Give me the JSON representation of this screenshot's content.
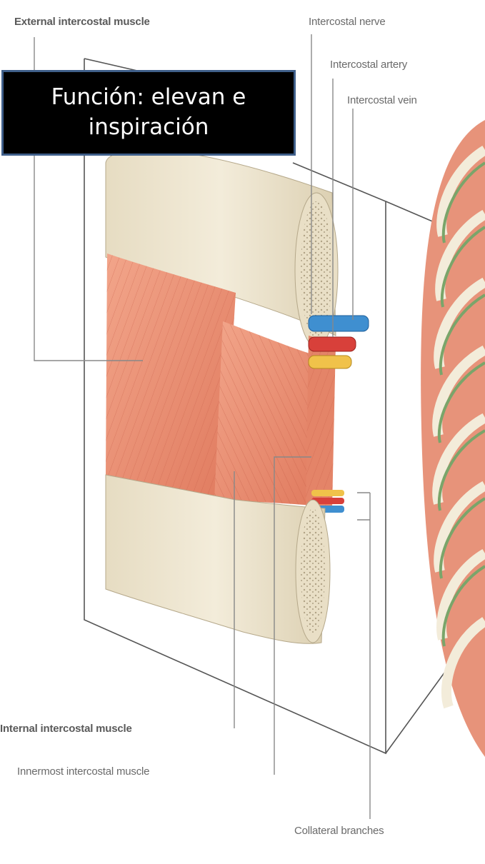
{
  "labels": {
    "external_intercostal_muscle": "External intercostal muscle",
    "intercostal_nerve": "Intercostal nerve",
    "intercostal_artery": "Intercostal artery",
    "intercostal_vein": "Intercostal vein",
    "internal_intercostal_muscle": "Internal intercostal muscle",
    "innermost_intercostal_muscle": "Innermost intercostal muscle",
    "collateral_branches": "Collateral branches"
  },
  "function_box": {
    "line1": "Función: elevan e",
    "line2": "inspiración"
  },
  "colors": {
    "bone": "#efe6d0",
    "muscle": "#e8896e",
    "vein": "#3f8fd0",
    "artery": "#d8403a",
    "nerve": "#f0c24a",
    "box_border": "#3f5f8a"
  }
}
